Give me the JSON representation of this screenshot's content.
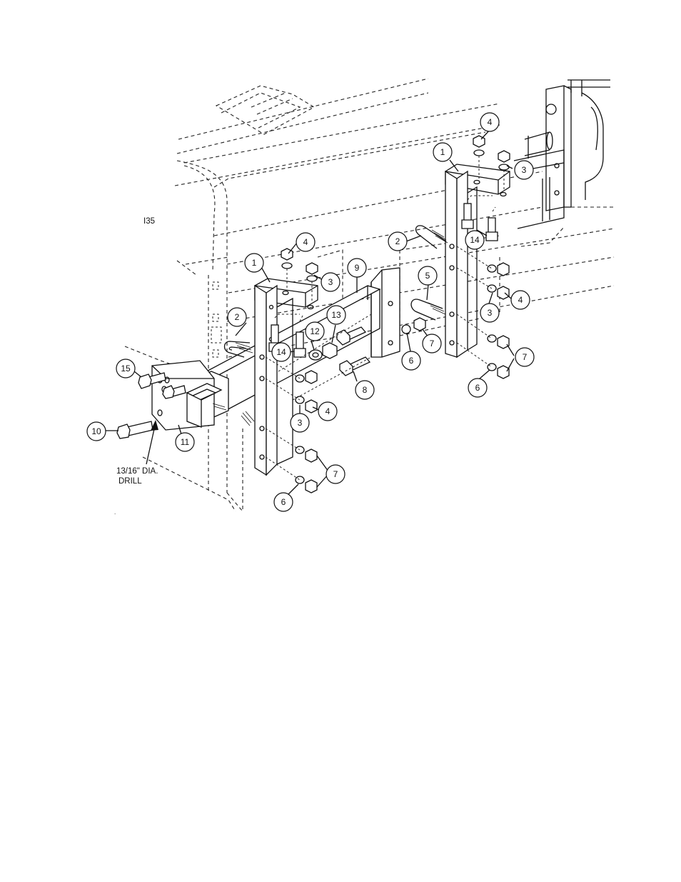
{
  "sheet_code": "I35",
  "drill_note": {
    "line1": "13/16\" DIA.",
    "line2": "DRILL"
  },
  "callouts": [
    {
      "label": "1"
    },
    {
      "label": "1"
    },
    {
      "label": "2"
    },
    {
      "label": "2"
    },
    {
      "label": "3"
    },
    {
      "label": "3"
    },
    {
      "label": "3"
    },
    {
      "label": "3"
    },
    {
      "label": "4"
    },
    {
      "label": "4"
    },
    {
      "label": "4"
    },
    {
      "label": "4"
    },
    {
      "label": "5"
    },
    {
      "label": "6"
    },
    {
      "label": "6"
    },
    {
      "label": "6"
    },
    {
      "label": "7"
    },
    {
      "label": "7"
    },
    {
      "label": "7"
    },
    {
      "label": "8"
    },
    {
      "label": "9"
    },
    {
      "label": "10"
    },
    {
      "label": "11"
    },
    {
      "label": "12"
    },
    {
      "label": "13"
    },
    {
      "label": "14"
    },
    {
      "label": "14"
    },
    {
      "label": "15"
    }
  ]
}
